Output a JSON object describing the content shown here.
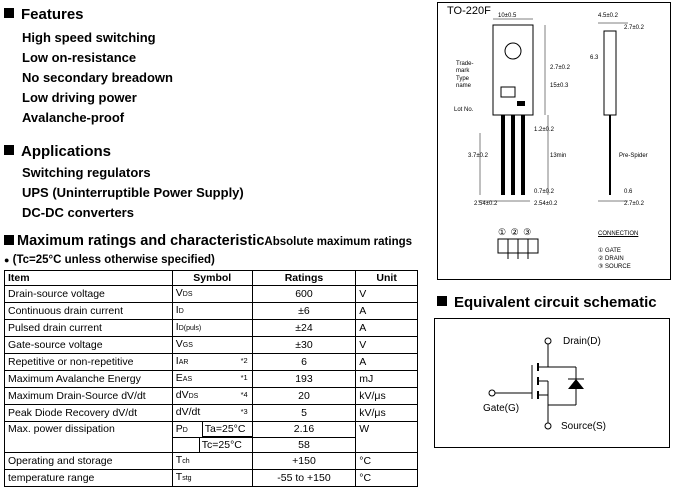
{
  "features": {
    "title": "Features",
    "items": [
      "High speed switching",
      "Low on-resistance",
      "No secondary breadown",
      "Low driving power",
      "Avalanche-proof"
    ]
  },
  "applications": {
    "title": "Applications",
    "items": [
      "Switching regulators",
      "UPS (Uninterruptible Power Supply)",
      "DC-DC converters"
    ]
  },
  "max_ratings": {
    "title": "Maximum ratings and characteristic",
    "subtitle": "Absolute maximum ratings",
    "condition": "(Tc=25°C  unless otherwise specified)",
    "headers": {
      "item": "Item",
      "symbol": "Symbol",
      "ratings": "Ratings",
      "unit": "Unit"
    },
    "rows": [
      {
        "item": "Drain-source  voltage",
        "sym": "V",
        "sub": "DS",
        "note": "",
        "rating": "600",
        "unit": "V"
      },
      {
        "item": "Continuous  drain  current",
        "sym": "I",
        "sub": "D",
        "note": "",
        "rating": "±6",
        "unit": "A"
      },
      {
        "item": "Pulsed  drain  current",
        "sym": "I",
        "sub": "D(puls)",
        "note": "",
        "rating": "±24",
        "unit": "A"
      },
      {
        "item": "Gate-source  voltage",
        "sym": "V",
        "sub": "GS",
        "note": "",
        "rating": "±30",
        "unit": "V"
      },
      {
        "item": "Repetitive or non-repetitive",
        "sym": "I",
        "sub": "AR",
        "note": "*2",
        "rating": "6",
        "unit": "A"
      },
      {
        "item": "Maximum Avalanche Energy",
        "sym": "E",
        "sub": "AS",
        "note": "*1",
        "rating": "193",
        "unit": "mJ"
      },
      {
        "item": "Maximum Drain-Source dV/dt",
        "sym": "dV",
        "sub": "DS",
        "note": "*4",
        "rating": "20",
        "unit": "kV/μs"
      },
      {
        "item": "Peak Diode Recovery dV/dt",
        "sym": "dV/dt",
        "sub": "",
        "note": "*3",
        "rating": "5",
        "unit": "kV/μs"
      }
    ],
    "power": {
      "item": "Max.  power  dissipation",
      "sym": "P",
      "sub": "D",
      "cond1": "Ta=25°C",
      "val1": "2.16",
      "cond2": "Tc=25°C",
      "val2": "58",
      "unit": "W"
    },
    "temp": {
      "item1": "Operating  and  storage",
      "sym1": "T",
      "sub1": "ch",
      "val1": "+150",
      "unit1": "°C",
      "item2": "temperature  range",
      "sym2": "T",
      "sub2": "stg",
      "val2": "-55 to +150",
      "unit2": "°C"
    }
  },
  "package": {
    "title": "TO-220F",
    "labels": {
      "trademark": "Trade-\nmark",
      "typename": "Type\nname",
      "lotno": "Lot No.",
      "prespider": "Pre-Spider",
      "connection": "CONNECTION",
      "pins": "① GATE\n② DRAIN\n③ SOURCE",
      "pinnums": "① ② ③"
    },
    "dims": [
      "10±0.5",
      "4.5±0.2",
      "2.7±0.2",
      "6.3",
      "2.7±0.2",
      "15±0.3",
      "1.2±0.2",
      "3.7±0.2",
      "13min",
      "0.7±0.2",
      "2.54±0.2",
      "2.54±0.2",
      "0.6",
      "2.7±0.2"
    ]
  },
  "equivalent": {
    "title": "Equivalent circuit schematic",
    "drain": "Drain(D)",
    "gate": "Gate(G)",
    "source": "Source(S)"
  }
}
